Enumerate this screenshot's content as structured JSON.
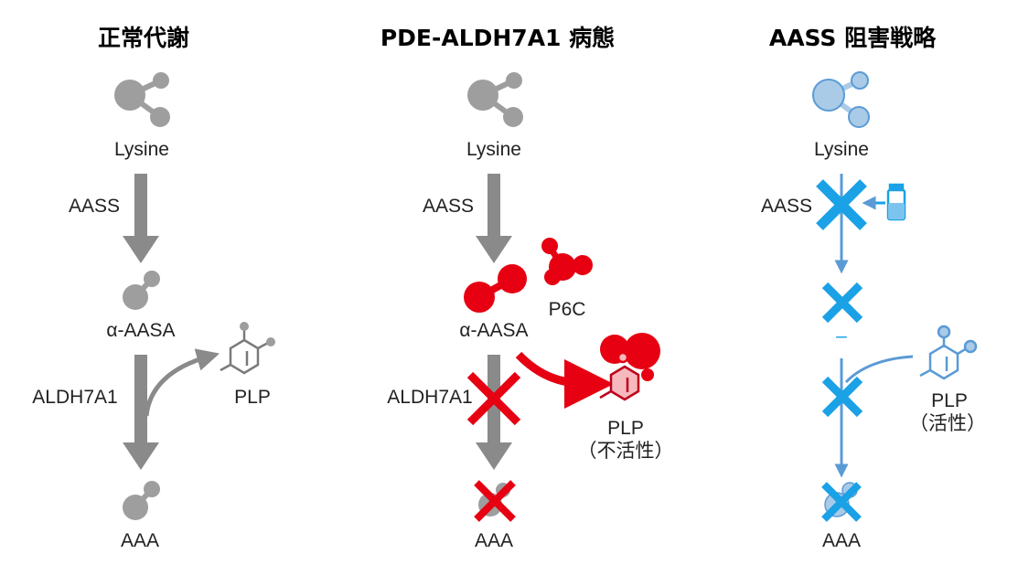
{
  "panels": {
    "normal": {
      "title": "正常代謝",
      "lysine": "Lysine",
      "aass": "AASS",
      "aasa": "α-AASA",
      "aldh": "ALDH7A1",
      "plp": "PLP",
      "aaa": "AAA"
    },
    "pde": {
      "title": "PDE-ALDH7A1 病態",
      "lysine": "Lysine",
      "aass": "AASS",
      "p6c": "P6C",
      "aasa": "α-AASA",
      "aldh": "ALDH7A1",
      "plp": "PLP",
      "plp_state": "（不活性）",
      "aaa": "AAA"
    },
    "aass": {
      "title": "AASS 阻害戦略",
      "lysine": "Lysine",
      "aass": "AASS",
      "dash": "–",
      "plp": "PLP",
      "plp_state": "（活性）",
      "aaa": "AAA"
    }
  },
  "colors": {
    "gray": "#9e9e9e",
    "dark_arrow": "#8a8a8a",
    "red": "#e60012",
    "blue": "#1aa1e6",
    "light_blue": "#a9cbe8",
    "blue_line": "#5b9bd5"
  },
  "icons": {
    "molecule": "molecule-icon",
    "ring": "benzene-ring-icon",
    "vial": "drug-vial-icon",
    "cross": "x-mark-icon"
  }
}
